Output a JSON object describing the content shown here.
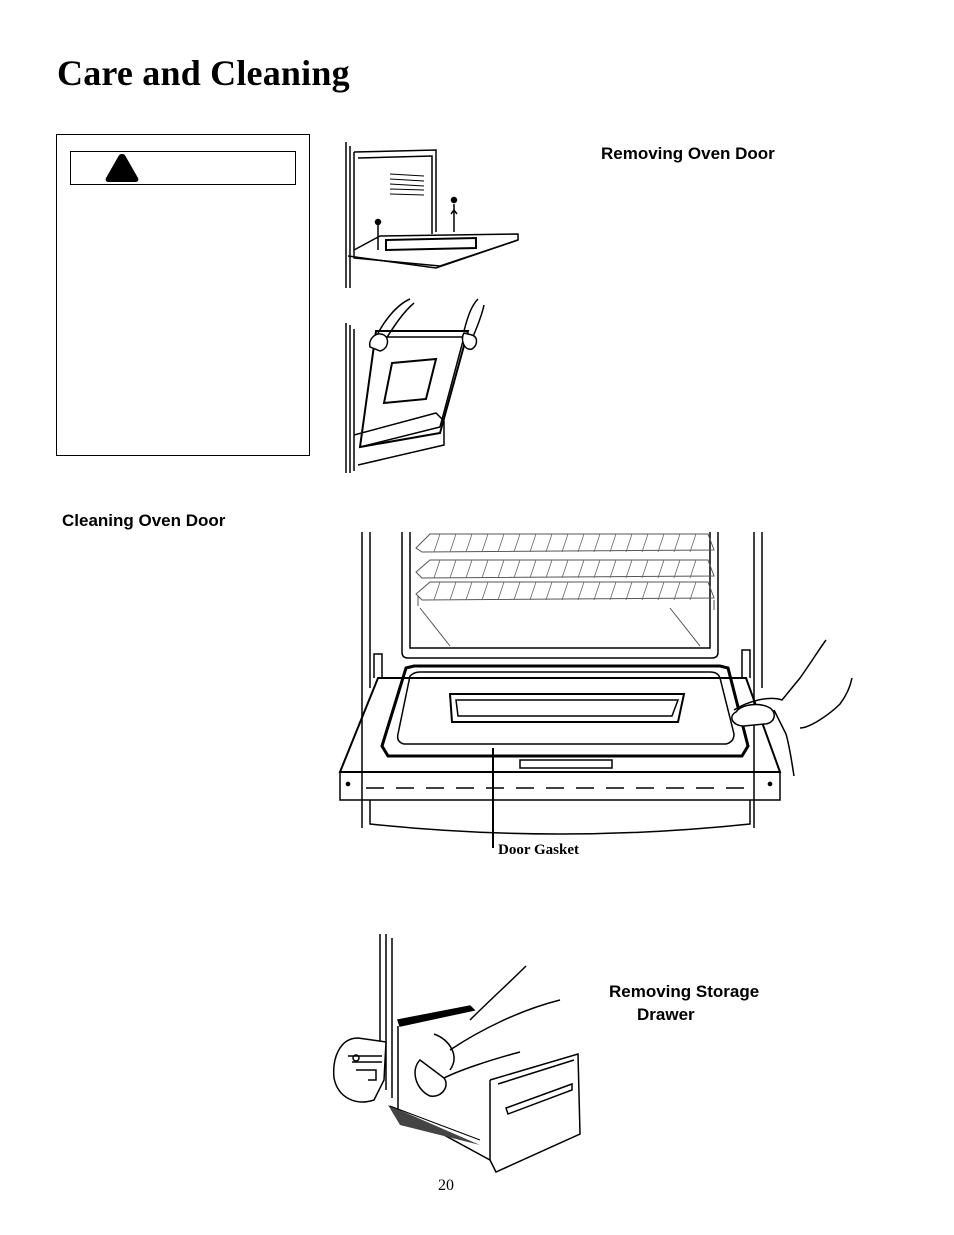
{
  "page": {
    "title": "Care and Cleaning",
    "page_number": "20"
  },
  "sections": {
    "removing_oven_door": "Removing Oven Door",
    "cleaning_oven_door": "Cleaning Oven Door",
    "removing_storage_drawer_line1": "Removing Storage",
    "removing_storage_drawer_line2": "Drawer"
  },
  "figures": {
    "door_gasket_label": "Door Gasket"
  },
  "warning": {
    "icon": "warning-triangle-icon"
  }
}
